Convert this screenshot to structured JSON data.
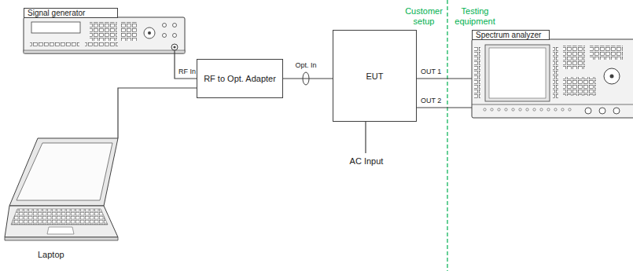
{
  "diagram": {
    "nodes": [
      {
        "text": [
          "Signal generator"
        ]
      },
      {
        "text": [
          "Laptop"
        ]
      },
      {
        "text": [
          "RF to Opt. Adapter"
        ]
      },
      {
        "text": [
          "EUT"
        ]
      },
      {
        "text": [
          "Spectrum analyzer"
        ]
      }
    ],
    "edges": [
      {
        "from": 0,
        "to": 2,
        "arrow": "none",
        "label": "RF In"
      },
      {
        "from": 1,
        "to": 2,
        "arrow": "none"
      },
      {
        "from": 2,
        "to": 3,
        "arrow": "none",
        "label": "Opt. In"
      },
      {
        "from": 3,
        "to": 4,
        "arrow": "none",
        "label": "OUT 1"
      },
      {
        "from": 3,
        "to": 4,
        "arrow": "none",
        "label": "OUT 2"
      }
    ],
    "labels": [
      "Customer setup",
      "Testing equipment",
      "AC Input"
    ]
  }
}
